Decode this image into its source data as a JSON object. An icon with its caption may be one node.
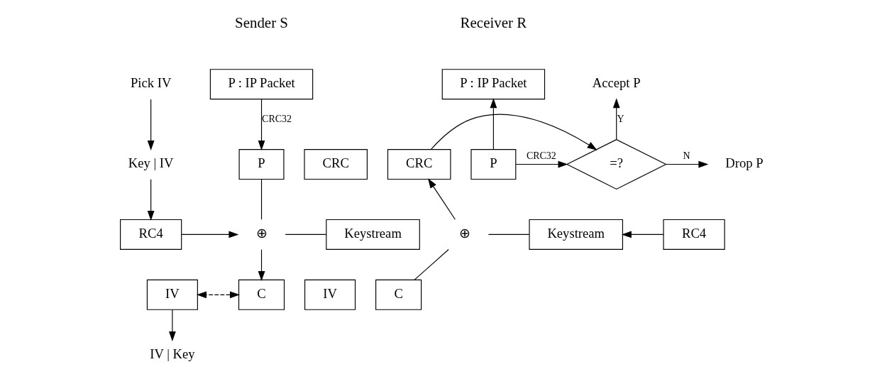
{
  "diagram": {
    "nodes": [
      {
        "text": [
          "Pick IV"
        ]
      },
      {
        "text": [
          "Key | IV"
        ]
      },
      {
        "text": [
          "RC4"
        ]
      },
      {
        "text": [
          "P : IP Packet"
        ]
      },
      {
        "text": [
          "P"
        ]
      },
      {
        "text": [
          "CRC"
        ]
      },
      {
        "text": [
          "⊕"
        ]
      },
      {
        "text": [
          "Keystream"
        ]
      },
      {
        "text": [
          "IV"
        ]
      },
      {
        "text": [
          "C"
        ]
      },
      {
        "text": [
          "IV"
        ]
      },
      {
        "text": [
          "C"
        ]
      },
      {
        "text": [
          "IV | Key"
        ]
      },
      {
        "text": [
          "RC4"
        ]
      },
      {
        "text": [
          "Keystream"
        ]
      },
      {
        "text": [
          "⊕"
        ]
      },
      {
        "text": [
          "P"
        ]
      },
      {
        "text": [
          "CRC"
        ]
      },
      {
        "text": [
          "P : IP Packet"
        ]
      },
      {
        "text": [
          "=?"
        ]
      },
      {
        "text": [
          "Accept P"
        ]
      },
      {
        "text": [
          "Drop P"
        ]
      }
    ],
    "edges": [
      {
        "from": 0,
        "to": 1,
        "arrow": "to"
      },
      {
        "from": 1,
        "to": 2,
        "arrow": "to"
      },
      {
        "from": 3,
        "to": 4,
        "arrow": "to",
        "label": "CRC32"
      },
      {
        "from": 4,
        "to": 6,
        "arrow": "none"
      },
      {
        "from": 2,
        "to": 6,
        "arrow": "to"
      },
      {
        "from": 7,
        "to": 6,
        "arrow": "none"
      },
      {
        "from": 6,
        "to": 9,
        "arrow": "to"
      },
      {
        "from": 9,
        "to": 10,
        "arrow": "both",
        "style": "dashed"
      },
      {
        "from": 10,
        "to": 12,
        "arrow": "to"
      },
      {
        "from": 13,
        "to": 14,
        "arrow": "to"
      },
      {
        "from": 11,
        "to": 15,
        "arrow": "none"
      },
      {
        "from": 14,
        "to": 15,
        "arrow": "none"
      },
      {
        "from": 15,
        "to": 17,
        "arrow": "to"
      },
      {
        "from": 16,
        "to": 18,
        "arrow": "to"
      },
      {
        "from": 16,
        "to": 19,
        "arrow": "to",
        "label": "CRC32"
      },
      {
        "from": 17,
        "to": 19,
        "arrow": "to"
      },
      {
        "from": 19,
        "to": 20,
        "arrow": "to",
        "label": "Y"
      },
      {
        "from": 19,
        "to": 21,
        "arrow": "to",
        "label": "N"
      }
    ],
    "labels": [
      "Sender S",
      "Receiver R"
    ]
  }
}
